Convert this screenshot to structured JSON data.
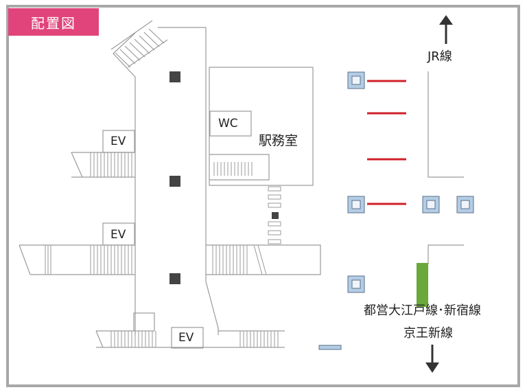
{
  "title": "配置図",
  "labels": {
    "jr": "JR線",
    "office": "駅務室",
    "wc": "WC",
    "ev": "EV",
    "oedo": "都営大江戸線･新宿線",
    "keio": "京王新線"
  },
  "colors": {
    "title_bg": "#e0447a",
    "line": "#9a9a9a",
    "gate_red": "#d0202a",
    "green": "#6aa83a",
    "pillar_blue": "#b4cde6",
    "dark": "#444444"
  }
}
